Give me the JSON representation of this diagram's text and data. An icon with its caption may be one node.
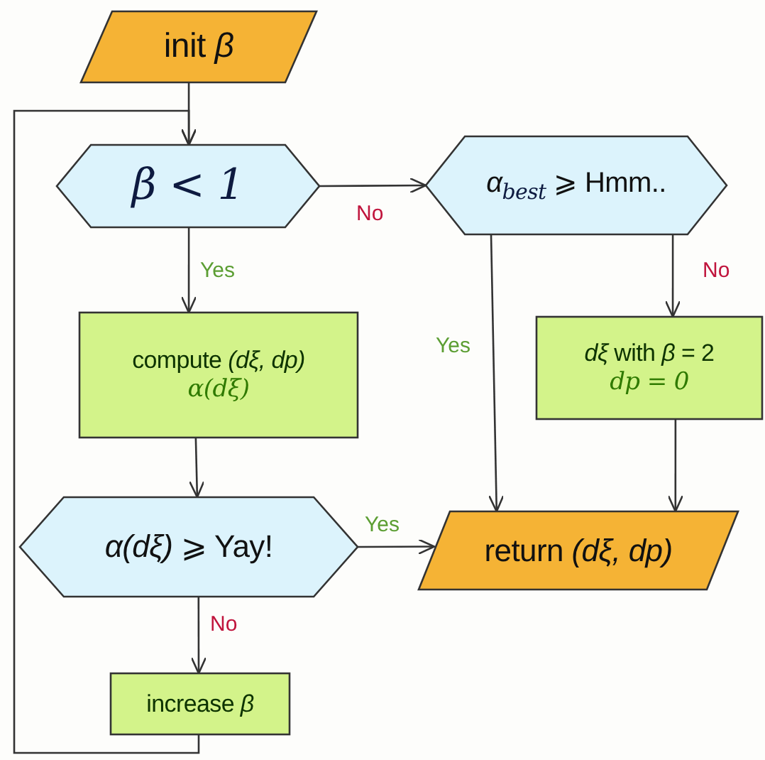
{
  "diagram": {
    "nodes": [
      {
        "text": [
          "init *β*"
        ]
      },
      {
        "text": [
          "β < 1"
        ]
      },
      {
        "text": [
          "*α*$_{best}$ ⩾ Hmm.."
        ]
      },
      {
        "text": [
          "compute *(dξ, dp)*",
          "α(dξ)"
        ]
      },
      {
        "text": [
          "*dξ* with *β* = 2",
          "dp = 0"
        ]
      },
      {
        "text": [
          "*α(dξ)* ⩾ Yay!"
        ]
      },
      {
        "text": [
          "return *(dξ, dp)*"
        ]
      },
      {
        "text": [
          "increase *β*"
        ]
      }
    ],
    "edges": [
      {
        "from": 0,
        "to": 1,
        "arrow": "to"
      },
      {
        "from": 1,
        "to": 2,
        "arrow": "to",
        "label": "No"
      },
      {
        "from": 1,
        "to": 3,
        "arrow": "to",
        "label": "Yes"
      },
      {
        "from": 2,
        "to": 6,
        "arrow": "to",
        "label": "Yes"
      },
      {
        "from": 2,
        "to": 4,
        "arrow": "to",
        "label": "No"
      },
      {
        "from": 4,
        "to": 6,
        "arrow": "to"
      },
      {
        "from": 3,
        "to": 5,
        "arrow": "to"
      },
      {
        "from": 5,
        "to": 6,
        "arrow": "to",
        "label": "Yes"
      },
      {
        "from": 5,
        "to": 7,
        "arrow": "to",
        "label": "No"
      },
      {
        "from": 7,
        "to": 1,
        "arrow": "to"
      }
    ]
  }
}
